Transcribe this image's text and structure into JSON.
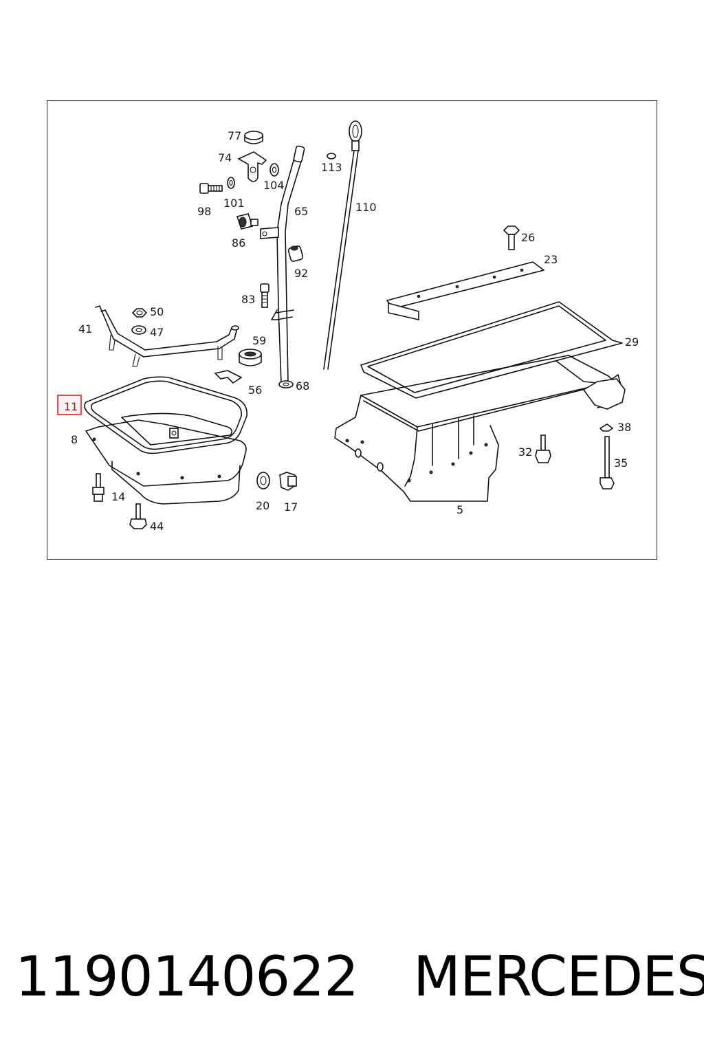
{
  "diagram": {
    "labels": {
      "l5": "5",
      "l8": "8",
      "l11": "11",
      "l14": "14",
      "l17": "17",
      "l20": "20",
      "l23": "23",
      "l26": "26",
      "l29": "29",
      "l32": "32",
      "l35": "35",
      "l38": "38",
      "l41": "41",
      "l44": "44",
      "l47": "47",
      "l50": "50",
      "l56": "56",
      "l59": "59",
      "l65": "65",
      "l68": "68",
      "l74": "74",
      "l77": "77",
      "l83": "83",
      "l86": "86",
      "l92": "92",
      "l98": "98",
      "l101": "101",
      "l104": "104",
      "l110": "110",
      "l113": "113"
    },
    "highlighted_label": "11",
    "highlight_color": "#dd2222"
  },
  "footer": {
    "part_number": "1190140622",
    "brand": "MERCEDES"
  }
}
